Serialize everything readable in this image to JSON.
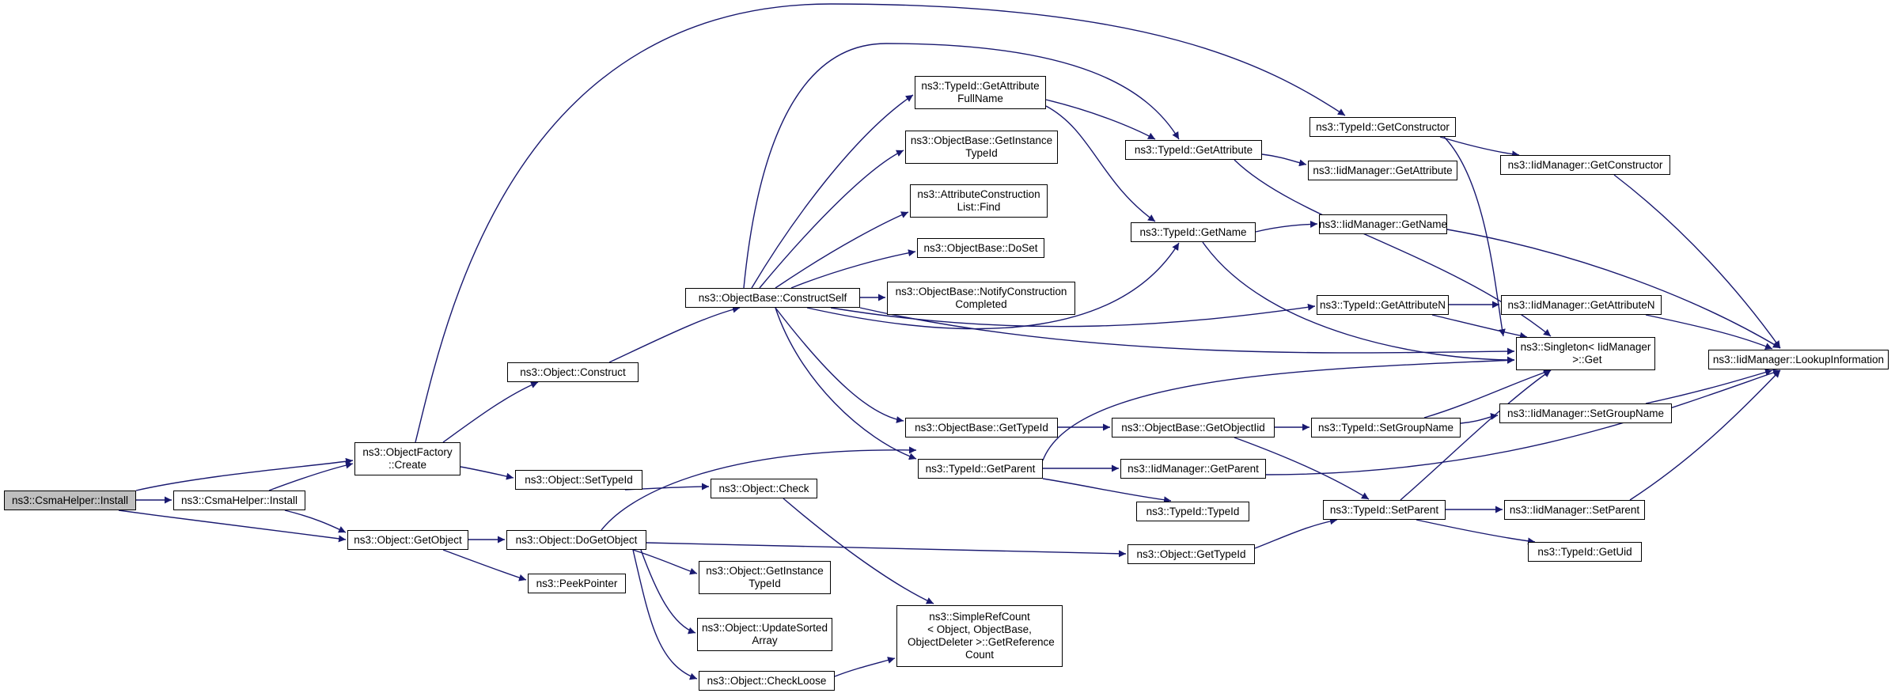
{
  "graph": {
    "edge_color": "#191970",
    "root_fill": "#bfbfbf",
    "nodes": [
      {
        "id": "n1",
        "label": "ns3::CsmaHelper::Install"
      },
      {
        "id": "n2",
        "label": "ns3::CsmaHelper::Install"
      },
      {
        "id": "n3",
        "label": "ns3::ObjectFactory\n::Create"
      },
      {
        "id": "n4",
        "label": "ns3::Object::GetObject"
      },
      {
        "id": "n5",
        "label": "ns3::Object::Construct"
      },
      {
        "id": "n6",
        "label": "ns3::Object::SetTypeId"
      },
      {
        "id": "n7",
        "label": "ns3::Object::DoGetObject"
      },
      {
        "id": "n8",
        "label": "ns3::PeekPointer"
      },
      {
        "id": "n9",
        "label": "ns3::ObjectBase::ConstructSelf"
      },
      {
        "id": "n10",
        "label": "ns3::Object::Check"
      },
      {
        "id": "n11",
        "label": "ns3::Object::GetInstance\nTypeId"
      },
      {
        "id": "n12",
        "label": "ns3::Object::UpdateSorted\nArray"
      },
      {
        "id": "n13",
        "label": "ns3::Object::CheckLoose"
      },
      {
        "id": "n14",
        "label": "ns3::TypeId::GetAttribute\nFullName"
      },
      {
        "id": "n15",
        "label": "ns3::ObjectBase::GetInstance\nTypeId"
      },
      {
        "id": "n16",
        "label": "ns3::AttributeConstruction\nList::Find"
      },
      {
        "id": "n17",
        "label": "ns3::ObjectBase::DoSet"
      },
      {
        "id": "n18",
        "label": "ns3::ObjectBase::NotifyConstruction\nCompleted"
      },
      {
        "id": "n19",
        "label": "ns3::ObjectBase::GetTypeId"
      },
      {
        "id": "n20",
        "label": "ns3::TypeId::GetParent"
      },
      {
        "id": "n21",
        "label": "ns3::SimpleRefCount\n< Object, ObjectBase,\n ObjectDeleter >::GetReference\nCount"
      },
      {
        "id": "n22",
        "label": "ns3::TypeId::GetAttribute"
      },
      {
        "id": "n23",
        "label": "ns3::TypeId::GetName"
      },
      {
        "id": "n24",
        "label": "ns3::ObjectBase::GetObjectIid"
      },
      {
        "id": "n25",
        "label": "ns3::IidManager::GetParent"
      },
      {
        "id": "n26",
        "label": "ns3::TypeId::TypeId"
      },
      {
        "id": "n27",
        "label": "ns3::Object::GetTypeId"
      },
      {
        "id": "n28",
        "label": "ns3::TypeId::GetConstructor"
      },
      {
        "id": "n29",
        "label": "ns3::IidManager::GetAttribute"
      },
      {
        "id": "n30",
        "label": "ns3::IidManager::GetName"
      },
      {
        "id": "n31",
        "label": "ns3::TypeId::GetAttributeN"
      },
      {
        "id": "n32",
        "label": "ns3::TypeId::SetGroupName"
      },
      {
        "id": "n33",
        "label": "ns3::TypeId::SetParent"
      },
      {
        "id": "n34",
        "label": "ns3::IidManager::GetConstructor"
      },
      {
        "id": "n35",
        "label": "ns3::IidManager::GetAttributeN"
      },
      {
        "id": "n36",
        "label": "ns3::Singleton< IidManager\n >::Get"
      },
      {
        "id": "n37",
        "label": "ns3::IidManager::SetGroupName"
      },
      {
        "id": "n38",
        "label": "ns3::IidManager::SetParent"
      },
      {
        "id": "n39",
        "label": "ns3::TypeId::GetUid"
      },
      {
        "id": "n40",
        "label": "ns3::IidManager::LookupInformation"
      }
    ]
  }
}
